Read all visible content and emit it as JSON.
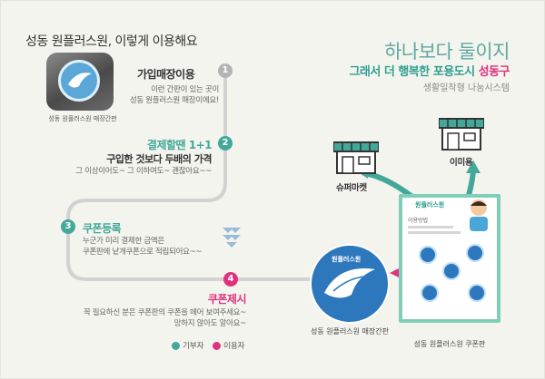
{
  "header": {
    "title": "성동 원플러스원, 이렇게 이용해요"
  },
  "slogan": {
    "line1": "하나보다 둘이지",
    "line2_prefix": "그래서 더 행복한 포용도시 ",
    "line2_highlight": "성동구",
    "line3": "생활밀착형 나눔시스템"
  },
  "steps": [
    {
      "number": "1",
      "title": "가입매장이용",
      "desc1": "이런 간판이 있는 곳이",
      "desc2": "성동 원플러스원 매장이에요!"
    },
    {
      "number": "2",
      "title": "결제할땐 1+1",
      "sub": "구입한 것보다 두배의 가격",
      "desc1": "그 이상이어도~ 그 이하여도~ 괜찮아요~~"
    },
    {
      "number": "3",
      "title": "쿠폰등록",
      "desc1": "누군가 미리 결제한 금액은",
      "desc2": "쿠폰판에 낱개쿠폰으로 적립되어요~~"
    },
    {
      "number": "4",
      "title": "쿠폰제시",
      "desc1": "꼭 필요하신 분은 쿠폰판의 쿠폰을 떼어 보여주세요~",
      "desc2": "망하지 않아도 알아요~"
    }
  ],
  "photo": {
    "caption": "성동 원플러스원 매장간판"
  },
  "stores": [
    {
      "label": "슈퍼마켓"
    },
    {
      "label": "이미용"
    }
  ],
  "signboard": {
    "brand": "원플러스원",
    "caption": "성동 원플러스원 매장간판"
  },
  "coupon_board": {
    "brand": "원플러스원",
    "heading": "이용방법",
    "caption": "성동 원플러스원 쿠폰판"
  },
  "legend": [
    {
      "label": "기부자",
      "color": "#43a89a"
    },
    {
      "label": "이용자",
      "color": "#e0317d"
    }
  ],
  "colors": {
    "teal": "#43a89a",
    "pink": "#e0317d",
    "grey": "#b4b4b4",
    "blue": "#2d77bd"
  }
}
